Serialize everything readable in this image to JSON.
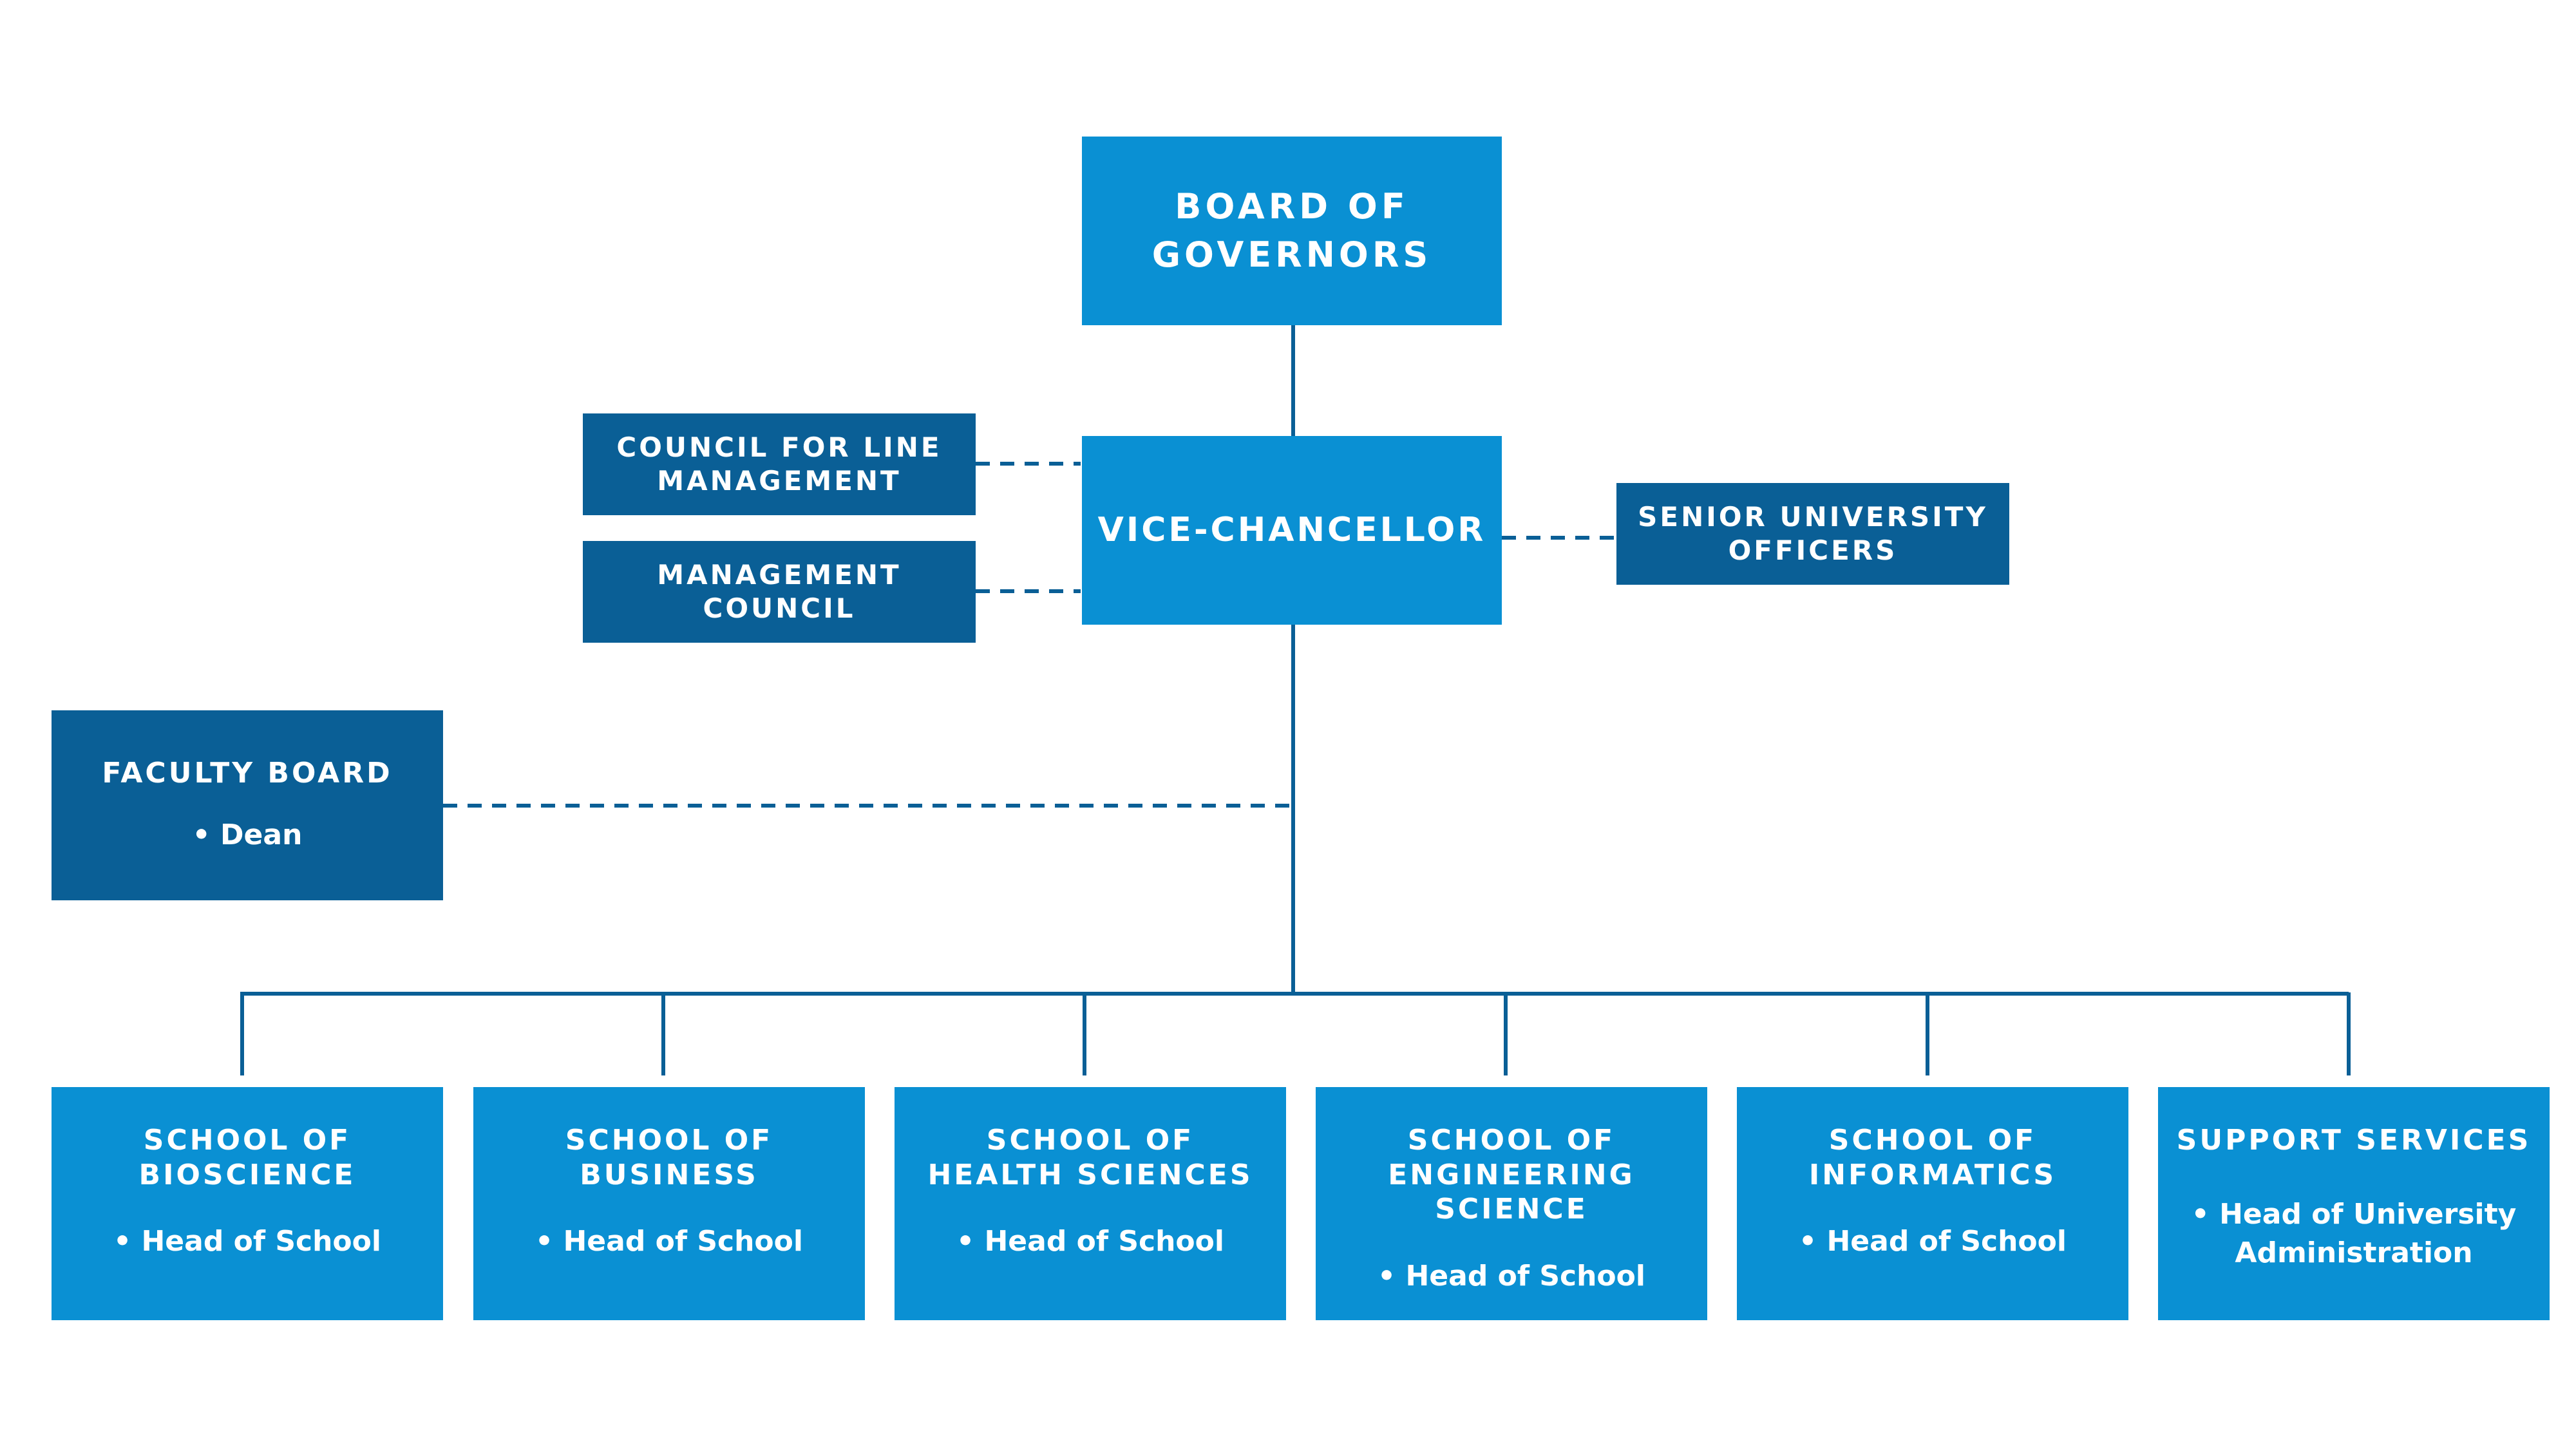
{
  "colors": {
    "primary_box": "#0a90d3",
    "secondary_box": "#0a5f96",
    "connector": "#0a5f96"
  },
  "board": {
    "title": "BOARD OF\nGOVERNORS"
  },
  "vice_chancellor": {
    "title": "VICE-CHANCELLOR"
  },
  "council_line_management": {
    "title": "COUNCIL FOR LINE\nMANAGEMENT"
  },
  "management_council": {
    "title": "MANAGEMENT\nCOUNCIL"
  },
  "senior_officers": {
    "title": "SENIOR UNIVERSITY\nOFFICERS"
  },
  "faculty_board": {
    "title": "FACULTY BOARD",
    "role": "Dean"
  },
  "schools": [
    {
      "title": "SCHOOL OF\nBIOSCIENCE",
      "role": "Head of School"
    },
    {
      "title": "SCHOOL OF\nBUSINESS",
      "role": "Head of School"
    },
    {
      "title": "SCHOOL OF\nHEALTH SCIENCES",
      "role": "Head of School"
    },
    {
      "title": "SCHOOL OF\nENGINEERING SCIENCE",
      "role": "Head of School"
    },
    {
      "title": "SCHOOL OF\nINFORMATICS",
      "role": "Head of School"
    },
    {
      "title": "SUPPORT SERVICES",
      "role": "Head of University\nAdministration"
    }
  ]
}
